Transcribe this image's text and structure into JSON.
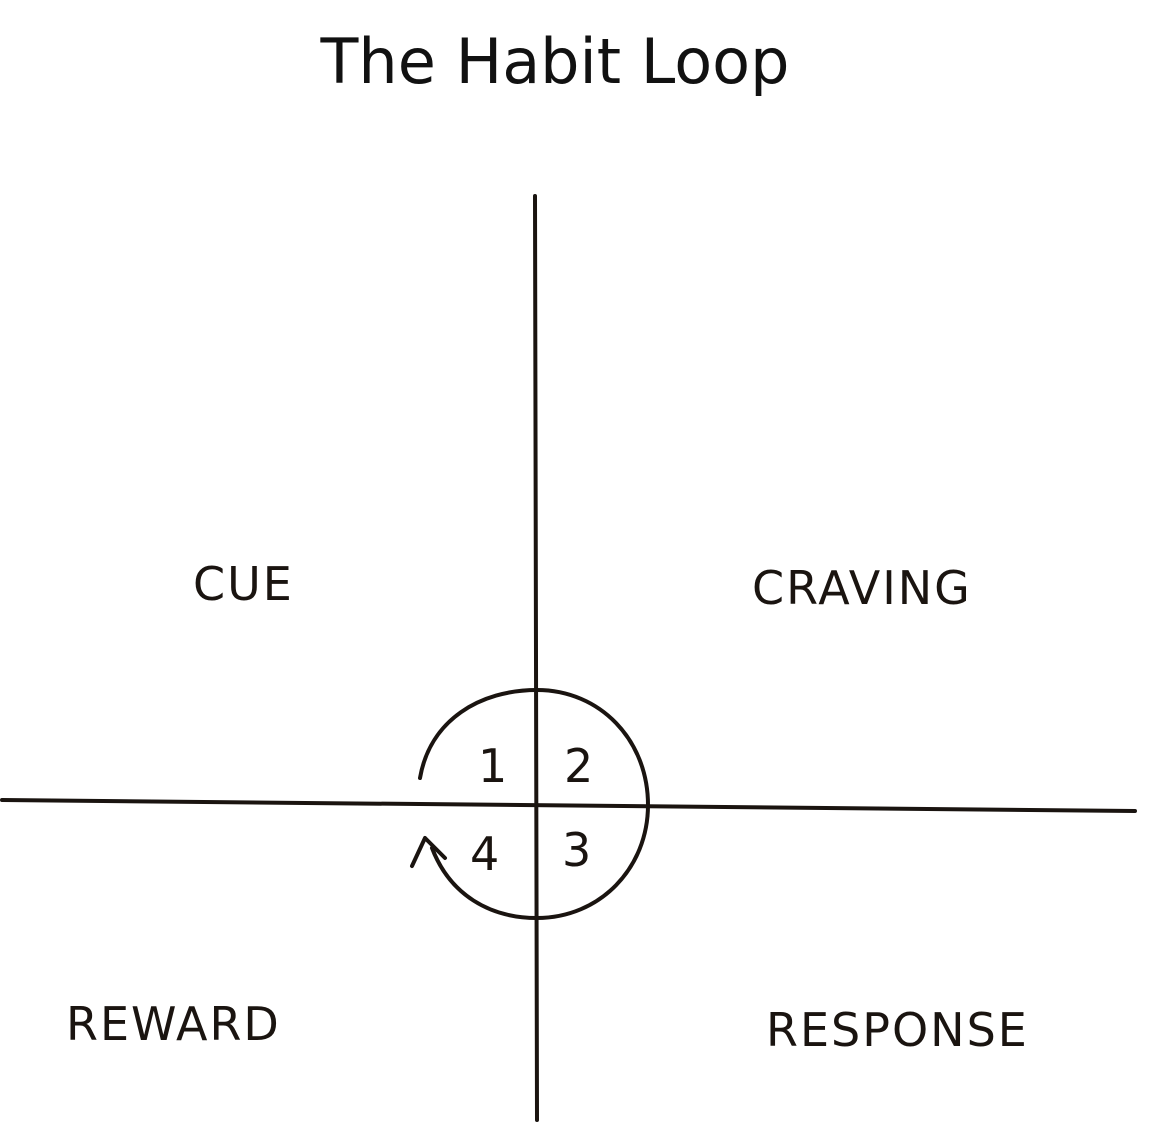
{
  "title": "The Habit Loop",
  "quadrants": {
    "cue": "CUE",
    "craving": "CRAVING",
    "reward": "REWARD",
    "response": "RESPONSE"
  },
  "steps": {
    "one": "1",
    "two": "2",
    "three": "3",
    "four": "4"
  },
  "colors": {
    "ink": "#1a1410",
    "background": "#ffffff"
  }
}
